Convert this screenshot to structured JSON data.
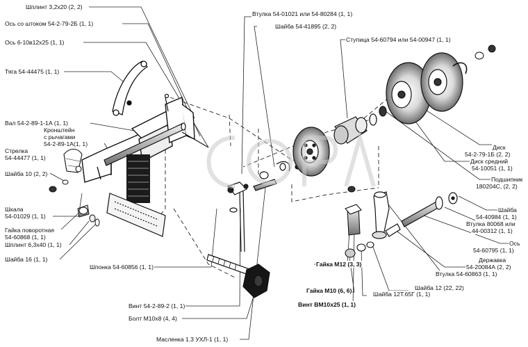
{
  "labels": {
    "shplint_3_2x20": "Шплинт 3,2х20 (2, 2)",
    "os_so_shtokom": "Ось со штоком 54-2-79-2Б (1, 1)",
    "os_6_10": "Ось 6-10в12х25 (1, 1)",
    "tyaga": "Тяга 54-44475 (1, 1)",
    "val": "Вал 54-2-89-1-1А (1, 1)",
    "kronshtein_1": "Кронштейн",
    "kronshtein_2": "с рычагами",
    "kronshtein_3": "54-2-89-1А(1, 1)",
    "strelka_1": "Стрелка",
    "strelka_2": "54-44477 (1, 1)",
    "shaiba_10": "Шайба 10 (2, 2)",
    "shkala_1": "Шкала",
    "shkala_2": "54-01029 (1, 1)",
    "gaika_povorotnaya_1": "Гайка поворотная",
    "gaika_povorotnaya_2": "54-60868 (1, 1)",
    "shplint_6_3x40": "Шплинт 6,3х40 (1, 1)",
    "shaiba_16": "Шайба 16 (1, 1)",
    "shponka": "Шпонка 54-60856 (1, 1)",
    "vint_54": "Винт 54-2-89-2 (1, 1)",
    "bolt_m10x8": "Болт М10х8 (4, 4)",
    "maslenka": "Масленка 1.3 УХЛ-1 (1, 1)",
    "vtulka_54_01021": "Втулка 54-01021 или 54-80284 (1, 1)",
    "shaiba_54_41895": "Шайба 54-41895 (2, 2)",
    "stupitsa": "Ступица 54-60794 или 54-00947 (1, 1)",
    "disk_1": "Диск",
    "disk_2": "54-2-79-1Б (2, 2)",
    "disk_sredniy_1": "Диск средний",
    "disk_sredniy_2": "54-10051 (1, 1)",
    "podshipnik_1": "Подшипник",
    "podshipnik_2": "180204С, (2, 2)",
    "shaiba_54_40984_1": "Шайба",
    "shaiba_54_40984_2": "54-40984 (1, 1)",
    "vtulka_80068_1": "Втулка 80068 или",
    "vtulka_80068_2": "44-00312 (1, 1)",
    "os_54_60795_1": "Ось",
    "os_54_60795_2": "54-60795 (1, 1)",
    "derzhavka_1": "Державка",
    "derzhavka_2": "54-20084А (2, 2)",
    "vtulka_54_60863": "Втулка 54-60863 (1, 1)",
    "gaika_m12": "Гайка М12 (3, 3)",
    "shaiba_12": "Шайба 12 (22, 22)",
    "gaika_m10": "Гайка М10 (6, 6)",
    "shaiba_12t": "Шайба 12Т.65Г (1, 1)",
    "vint_bm10": "Винт ВМ10х25 (1, 1)"
  },
  "colors": {
    "ink": "#141414",
    "watermark": "#c9c9c9"
  }
}
